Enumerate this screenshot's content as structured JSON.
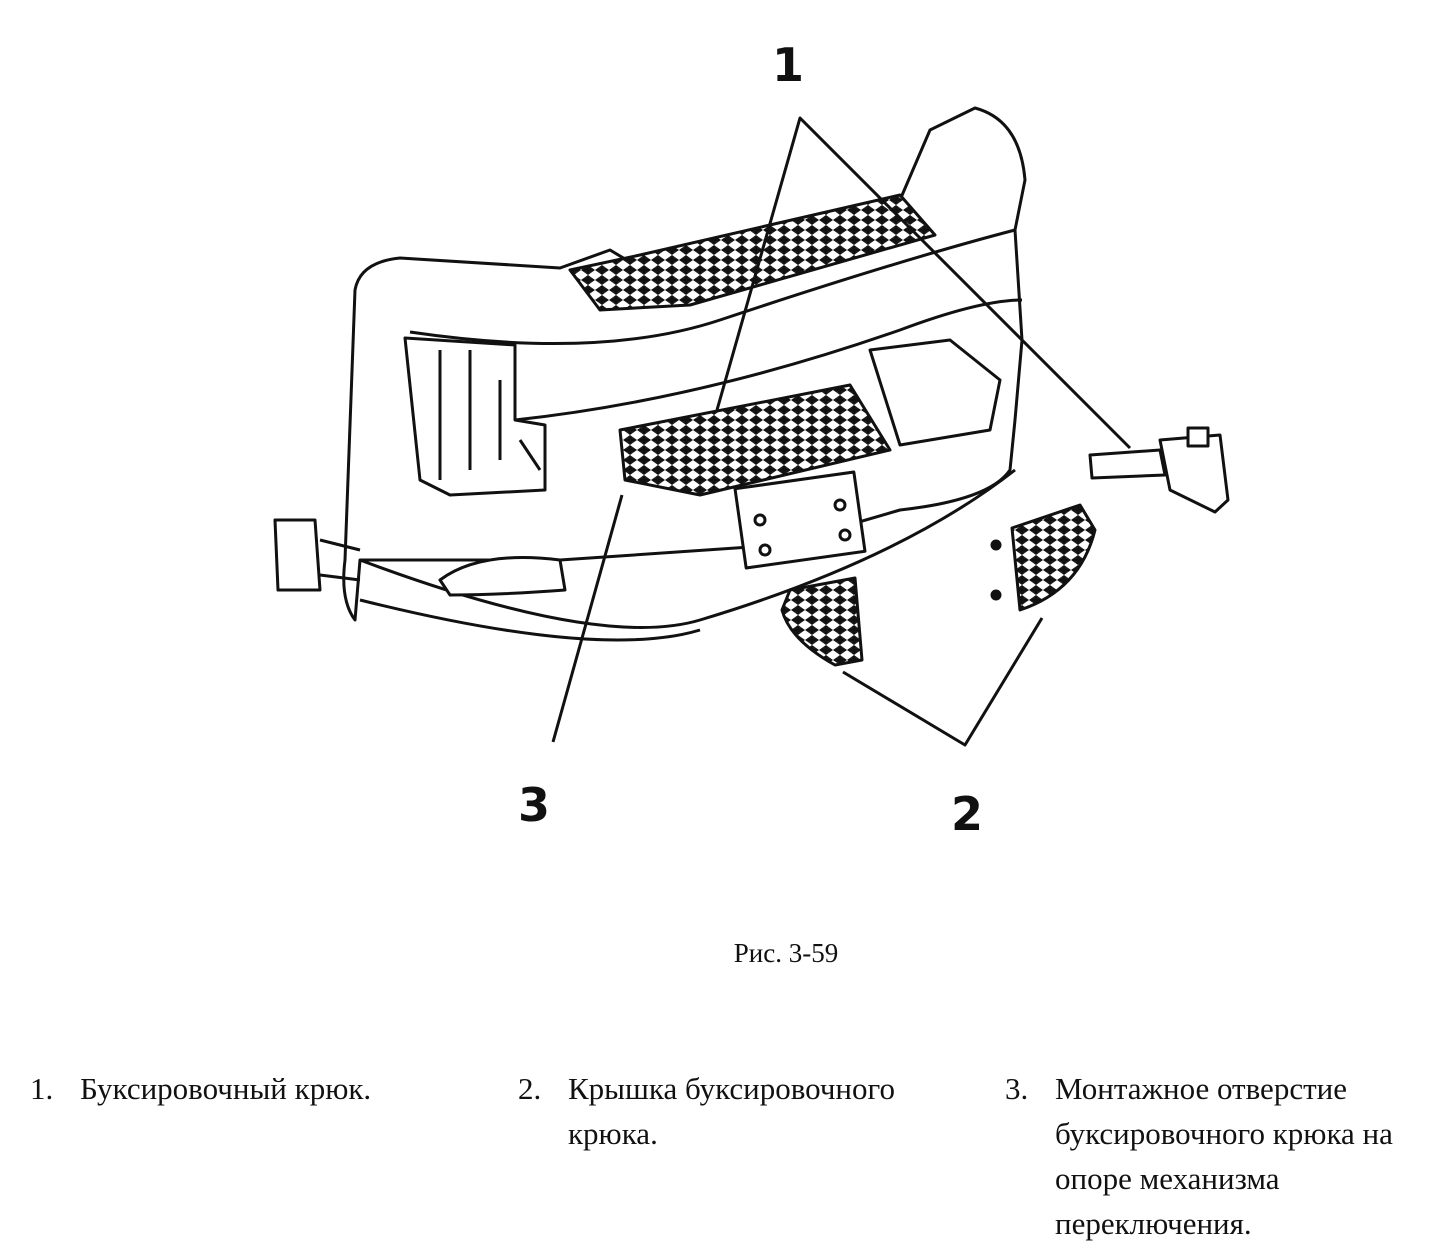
{
  "figure": {
    "callouts": [
      "1",
      "2",
      "3"
    ],
    "caption": "Рис. 3-59"
  },
  "legend": [
    {
      "number": "1.",
      "text": "Буксировочный крюк."
    },
    {
      "number": "2.",
      "text": "Крышка буксировочного крюка."
    },
    {
      "number": "3.",
      "text": "Монтажное отверстие буксировочного крюка на опоре механизма переключения."
    }
  ]
}
